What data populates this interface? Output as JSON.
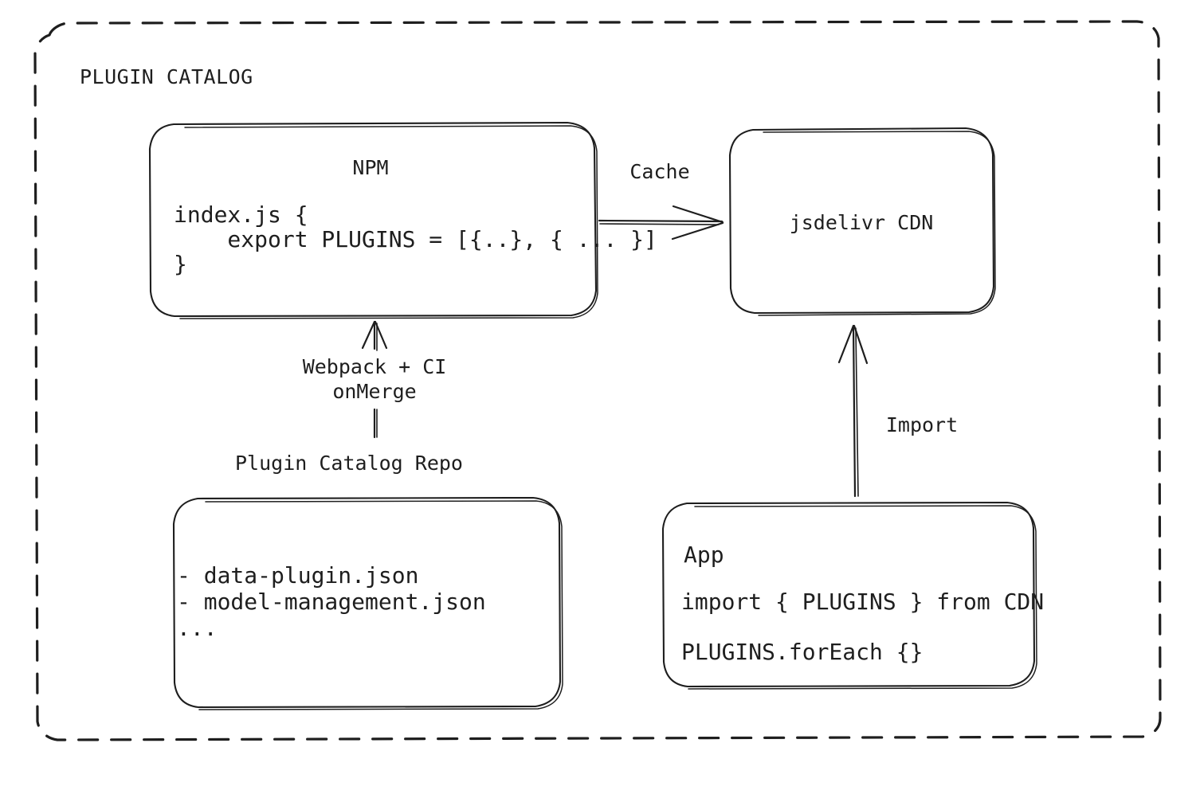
{
  "diagram": {
    "title": "PLUGIN CATALOG",
    "colors": {
      "stroke": "#1e1e1e",
      "background": "#ffffff"
    },
    "nodes": {
      "npm": {
        "name": "NPM",
        "code_lines": [
          "index.js {",
          "    export PLUGINS = [{..}, { ... }]",
          "}"
        ]
      },
      "cdn": {
        "name": "jsdelivr CDN"
      },
      "repo": {
        "label": "Plugin Catalog Repo",
        "file_lines": [
          "- data-plugin.json",
          "- model-management.json",
          "..."
        ]
      },
      "app": {
        "name": "App",
        "code_lines": [
          "import { PLUGINS } from CDN",
          "PLUGINS.forEach {}"
        ]
      }
    },
    "edges": {
      "cache": {
        "label": "Cache",
        "from": "npm",
        "to": "cdn"
      },
      "build": {
        "label_line1": "Webpack + CI",
        "label_line2": "onMerge",
        "from": "repo",
        "to": "npm"
      },
      "import": {
        "label": "Import",
        "from": "app",
        "to": "cdn"
      }
    }
  }
}
